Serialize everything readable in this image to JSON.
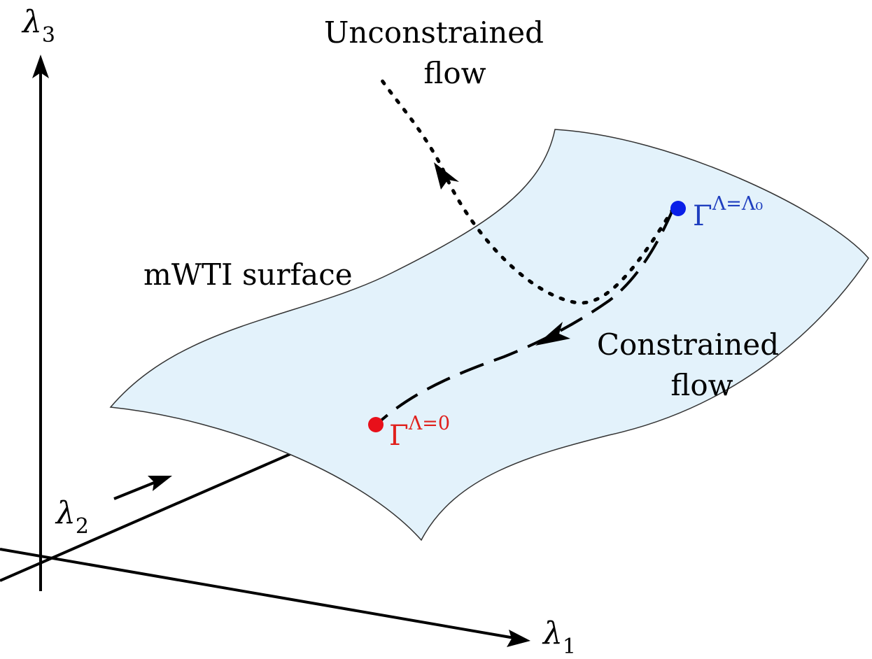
{
  "axes": {
    "lambda3": {
      "symbol": "λ",
      "index": "3"
    },
    "lambda2": {
      "symbol": "λ",
      "index": "2"
    },
    "lambda1": {
      "symbol": "λ",
      "index": "1"
    }
  },
  "labels": {
    "surface": "mWTI surface",
    "unconstrained_line1": "Unconstrained",
    "unconstrained_line2": "flow",
    "constrained_line1": "Constrained",
    "constrained_line2": "flow"
  },
  "points": {
    "start": {
      "symbol": "Γ",
      "superscript": "Λ=Λ₀",
      "color": "#1f3fbf"
    },
    "end": {
      "symbol": "Γ",
      "superscript": "Λ=0",
      "color": "#e0201c"
    }
  },
  "colors": {
    "surface_fill": "#e3f2fb",
    "surface_stroke": "#333333",
    "start_point": "#0a1fe8",
    "end_point": "#e8101a"
  }
}
